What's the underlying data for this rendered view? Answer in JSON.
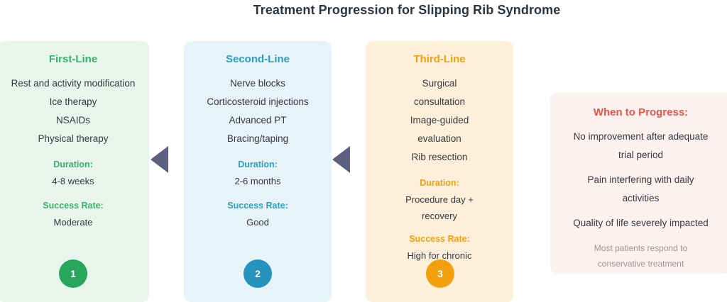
{
  "title": "Treatment Progression for Slipping Rib Syndrome",
  "colors": {
    "title": "#2c3440",
    "first_line_accent": "#36b46a",
    "second_line_accent": "#2a9ec4",
    "third_line_accent": "#f2a20c",
    "progress_accent": "#e8554a",
    "arrow": "#5d6080",
    "badge_1": "#27a65c",
    "badge_2": "#2593bd",
    "badge_3": "#f2a00c",
    "card_1_bg": "#e8f5ec",
    "card_2_bg": "#e6f3f7",
    "card_3_bg": "#fdefda",
    "card_4_bg": "#fdf1f0",
    "body_text": "#333a40",
    "footnote_text": "#9b9399"
  },
  "cards": [
    {
      "id": "first-line",
      "heading": "First-Line",
      "items": [
        "Rest and activity modification",
        "Ice therapy",
        "NSAIDs",
        "Physical therapy"
      ],
      "duration_label": "Duration:",
      "duration_value": "4-8 weeks",
      "success_label": "Success Rate:",
      "success_value": "Moderate",
      "badge": "1"
    },
    {
      "id": "second-line",
      "heading": "Second-Line",
      "items": [
        "Nerve blocks",
        "Corticosteroid injections",
        "Advanced PT",
        "Bracing/taping"
      ],
      "duration_label": "Duration:",
      "duration_value": "2-6 months",
      "success_label": "Success Rate:",
      "success_value": "Good",
      "badge": "2"
    },
    {
      "id": "third-line",
      "heading": "Third-Line",
      "items": [
        "Surgical consultation",
        "Image-guided evaluation",
        "Rib resection"
      ],
      "duration_label": "Duration:",
      "duration_value": "Procedure day + recovery",
      "success_label": "Success Rate:",
      "success_value": "High for chronic",
      "badge": "3"
    },
    {
      "id": "when-to-progress",
      "heading": "When to Progress:",
      "items": [
        "No improvement after adequate trial period",
        "Pain interfering with daily activities",
        "Quality of life severely impacted"
      ],
      "footnote": "Most patients respond to conservative treatment"
    }
  ],
  "arrows": [
    {
      "id": "arrow-card2-to-card1",
      "direction": "left"
    },
    {
      "id": "arrow-card3-to-card2",
      "direction": "left"
    }
  ]
}
